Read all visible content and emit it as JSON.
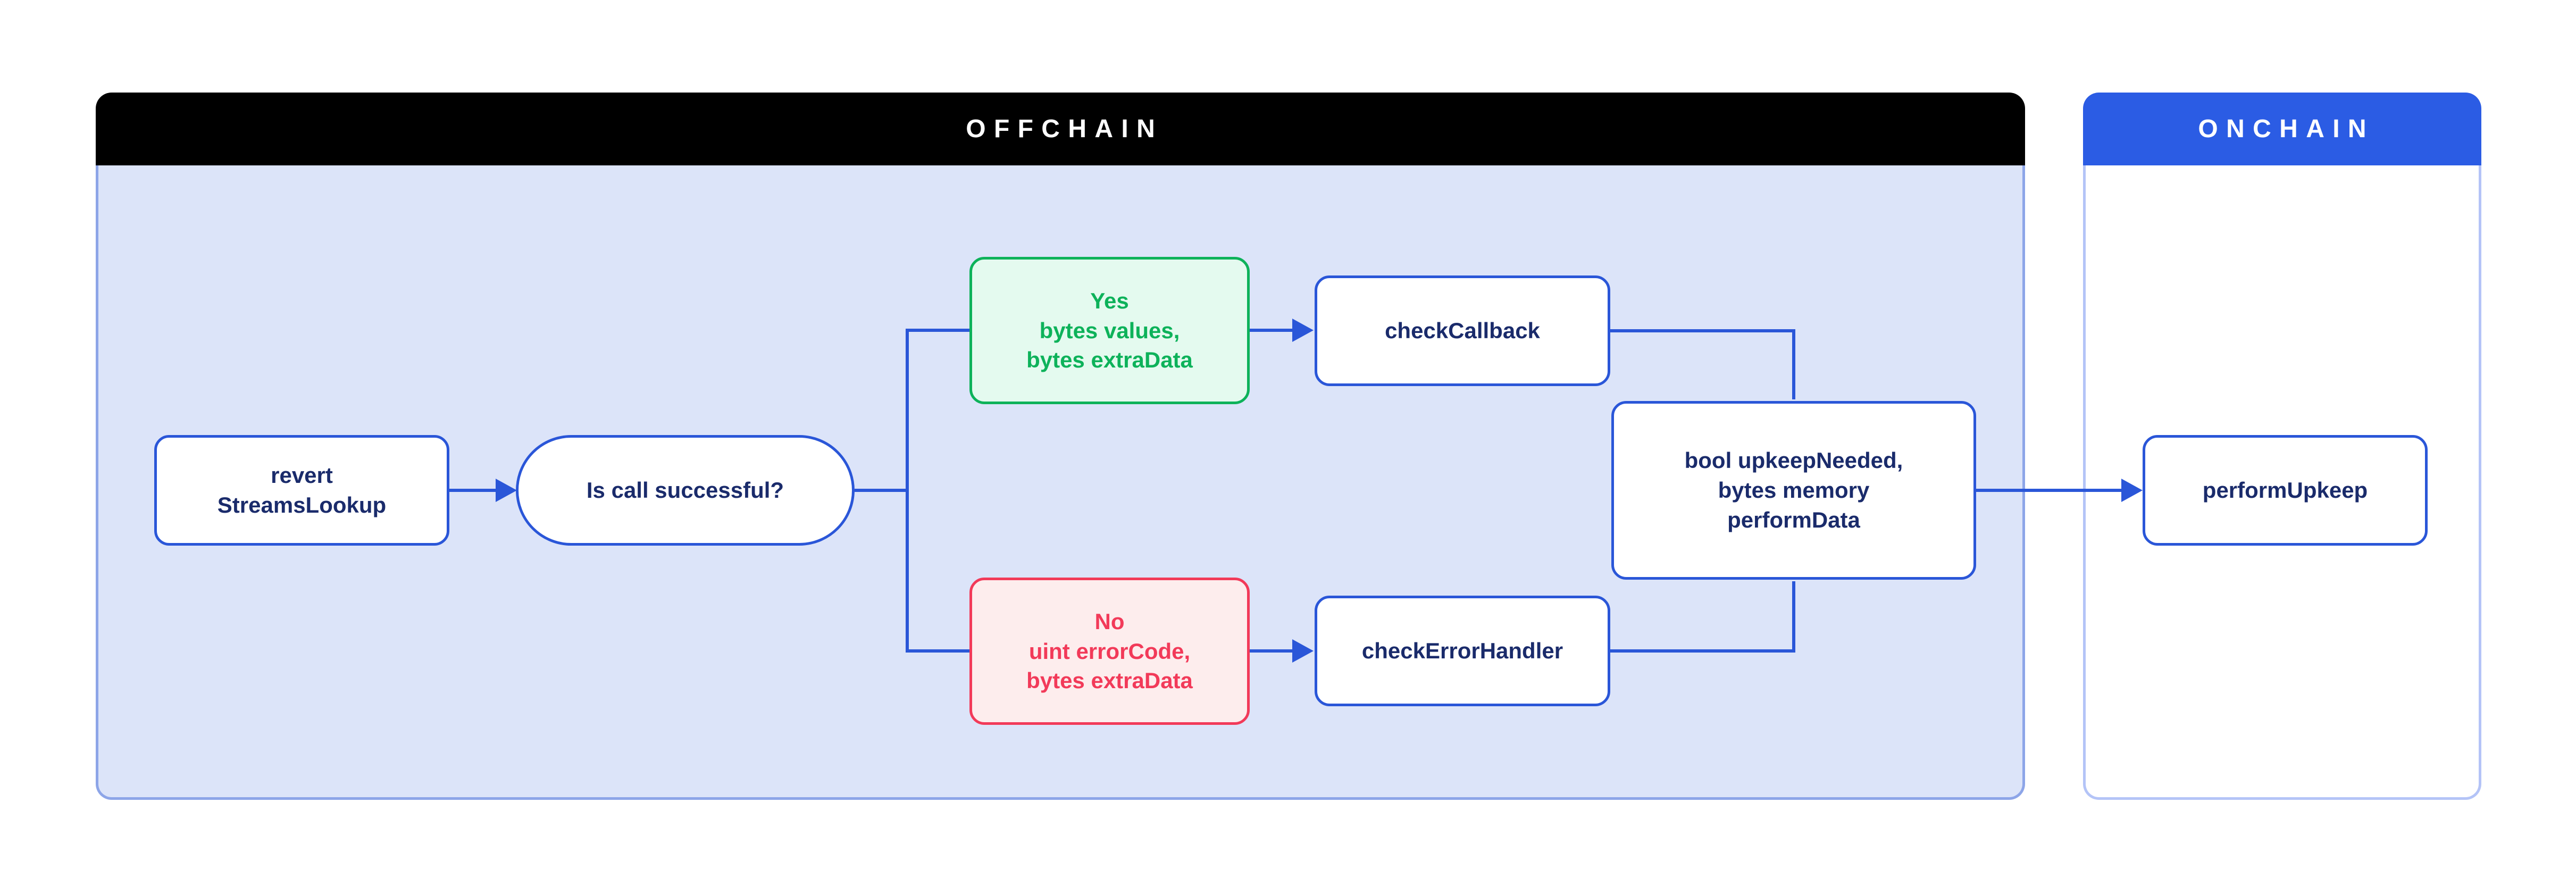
{
  "diagram": {
    "offchain": {
      "title": "OFFCHAIN"
    },
    "onchain": {
      "title": "ONCHAIN"
    },
    "nodes": {
      "revert": {
        "label": "revert\nStreamsLookup"
      },
      "decision": {
        "label": "Is call successful?"
      },
      "yes_branch": {
        "label": "Yes\nbytes values,\nbytes extraData"
      },
      "no_branch": {
        "label": "No\nuint errorCode,\nbytes extraData"
      },
      "check_callback": {
        "label": "checkCallback"
      },
      "check_error_handler": {
        "label": "checkErrorHandler"
      },
      "upkeep_result": {
        "label": "bool upkeepNeeded,\nbytes memory\nperformData"
      },
      "perform_upkeep": {
        "label": "performUpkeep"
      }
    },
    "edges": [
      {
        "from": "revert",
        "to": "decision",
        "arrow": true
      },
      {
        "from": "decision",
        "to": "yes_branch",
        "arrow": false
      },
      {
        "from": "decision",
        "to": "no_branch",
        "arrow": false
      },
      {
        "from": "yes_branch",
        "to": "check_callback",
        "arrow": true
      },
      {
        "from": "no_branch",
        "to": "check_error_handler",
        "arrow": true
      },
      {
        "from": "check_callback",
        "to": "upkeep_result",
        "arrow": false
      },
      {
        "from": "check_error_handler",
        "to": "upkeep_result",
        "arrow": false
      },
      {
        "from": "upkeep_result",
        "to": "perform_upkeep",
        "arrow": true
      }
    ],
    "colors": {
      "header_black": "#000000",
      "header_blue": "#2b5ce4",
      "line_blue": "#2a56d8",
      "navy_text": "#1a2b6b",
      "offchain_bg": "#dce4f9",
      "offchain_border": "#8da5e8",
      "onchain_border": "#b4c4f7",
      "green": "#0db25a",
      "green_bg": "#e4faef",
      "red": "#f23a59",
      "red_bg": "#fdeded"
    }
  }
}
